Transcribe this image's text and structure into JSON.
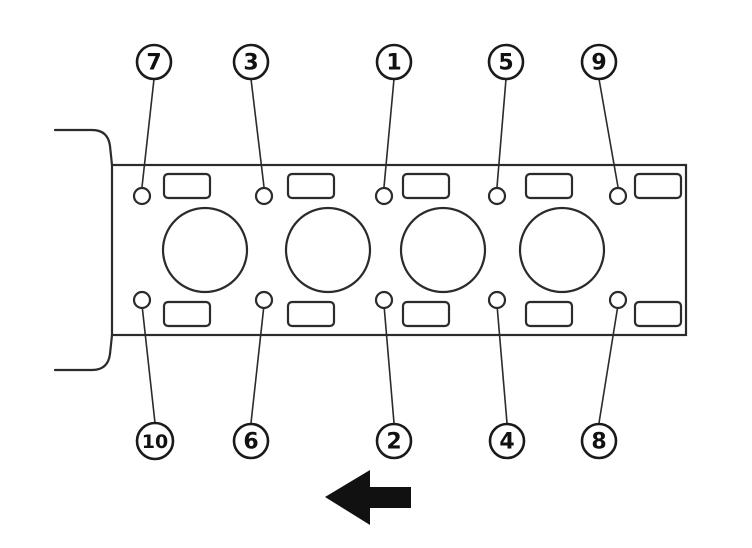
{
  "diagram": {
    "type": "cylinder-head-bolt-tightening-sequence",
    "cylinder_count": 4,
    "bolt_callouts": {
      "top_row": [
        "7",
        "3",
        "1",
        "5",
        "9"
      ],
      "bottom_row": [
        "10",
        "6",
        "2",
        "4",
        "8"
      ]
    },
    "direction_arrow": "left-arrow-icon",
    "colors": {
      "line": "#2b2b2b",
      "fill": "#ffffff",
      "arrow": "#111111"
    }
  }
}
